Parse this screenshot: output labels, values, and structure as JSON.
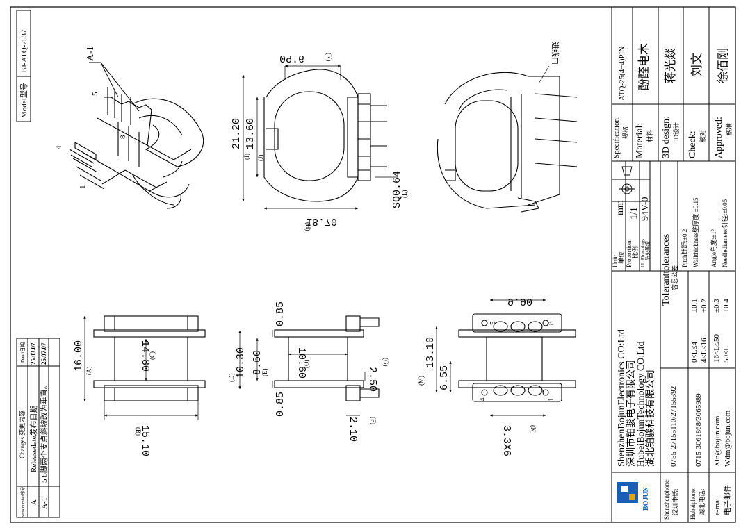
{
  "drawing": {
    "model_label": "Model型号",
    "model_value": "BJ-ATQ-2537"
  },
  "views": {
    "front": {
      "dims": {
        "width_top": "9.50",
        "width_top_tag": "(K)",
        "height_outer": "21.20",
        "height_outer_tag": "(I)",
        "height_inner": "13.60",
        "height_inner_tag": "(J)",
        "width_bottom": "18.70",
        "width_bottom_tag": "(H)",
        "pin_square": "SQ0.64",
        "pin_square_tag": "(L)"
      }
    },
    "iso_left": {
      "labels": {
        "a1": "A-1",
        "p5": "5",
        "p8": "8",
        "p4": "4",
        "p1": "1"
      }
    },
    "iso_right": {
      "labels": {
        "mark": "进线口"
      }
    },
    "top": {
      "dims": {
        "height": "16.00",
        "height_tag": "(A)",
        "inner": "14.80",
        "inner_tag": "(C)",
        "bottom": "15.10",
        "bottom_tag": "(B)"
      }
    },
    "side": {
      "dims": {
        "top": "0.85",
        "d": "10.30",
        "d_tag": "(D)",
        "e": "8.60",
        "e_tag": "(E)",
        "o": "10.60",
        "o_tag": "(O)",
        "g": "2.50",
        "g_tag": "(G)",
        "bottom": "0.85",
        "f": "2.10",
        "f_tag": "(F)"
      }
    },
    "pins": {
      "dims": {
        "top": "9.90",
        "m": "13.10",
        "m_tag": "(M)",
        "m2": "6.55",
        "pitch": "3.3X6",
        "pitch_tag": "(N)"
      },
      "labels": {
        "p5": "5",
        "p8": "8",
        "p4": "4",
        "p1": "1"
      }
    }
  },
  "changes_table": {
    "headers": [
      "Serialnumber序号",
      "Changes 变更内容",
      "Datei日期"
    ],
    "rows": [
      [
        "A",
        "Releasedate发布日期",
        "25.03.07"
      ],
      [
        "A-1",
        "5 8脚两个支点斜坡改为垂直。",
        "25.07.07"
      ]
    ]
  },
  "title_block": {
    "company": {
      "line1": "ShenzhenBojunElectronics CO:Ltd",
      "line2": "深圳市铂骏电子有限公司",
      "line3": "HubeiBojunTechnology CO:Ltd",
      "line4": "湖北铂骏科技有限公司"
    },
    "logo": "BOJUN",
    "contacts": [
      {
        "label": "Shenzhenphone:",
        "label_cn": "深圳电话:",
        "value": "0755-27155110/27155392"
      },
      {
        "label": "Hubeiphone:",
        "label_cn": "湖北电话:",
        "value": "0715-3061868/3065989"
      },
      {
        "label": "e-mail",
        "label_cn": "电子邮件",
        "value": "Xln@bojun.com",
        "value2": "Wdm@bojun.com"
      }
    ],
    "tolerances": {
      "title": "Toleranttolerances",
      "title_cn": "容忍公差",
      "ranges": [
        "0<L≤4",
        "4<L≤16",
        "16<L≤50",
        "50<L"
      ],
      "values": [
        "±0.1",
        "±0.2",
        "±0.3",
        "±0.4"
      ],
      "pitch": "Pitch针距:±0.2",
      "wall": "Wallthickness壁厚度:±0.15",
      "angle": "Angle角度:±1°",
      "needle": "Needlediameter针径:±0.05"
    },
    "unit": {
      "label": "Unit:",
      "label_cn": "单位",
      "value": "mm"
    },
    "proportion": {
      "label": "Proportion:",
      "label_cn": "比例",
      "value": "1/1"
    },
    "ul": {
      "label": "UL Fireratings",
      "label_cn": "防火等级",
      "value": "94V-0"
    },
    "specification": {
      "label": "Specification:",
      "label_cn": "规格",
      "value": "ATQ-25(4+4)PIN"
    },
    "material": {
      "label": "Material:",
      "label_cn": "材料",
      "value": "酚醛电木"
    },
    "design": {
      "label": "3D design:",
      "label_cn": "3D设计",
      "value": "蒋光燚"
    },
    "check": {
      "label": "Check:",
      "label_cn": "核对",
      "value": "刘文"
    },
    "approved": {
      "label": "Approved:",
      "label_cn": "核准",
      "value": "徐佰刚"
    }
  }
}
